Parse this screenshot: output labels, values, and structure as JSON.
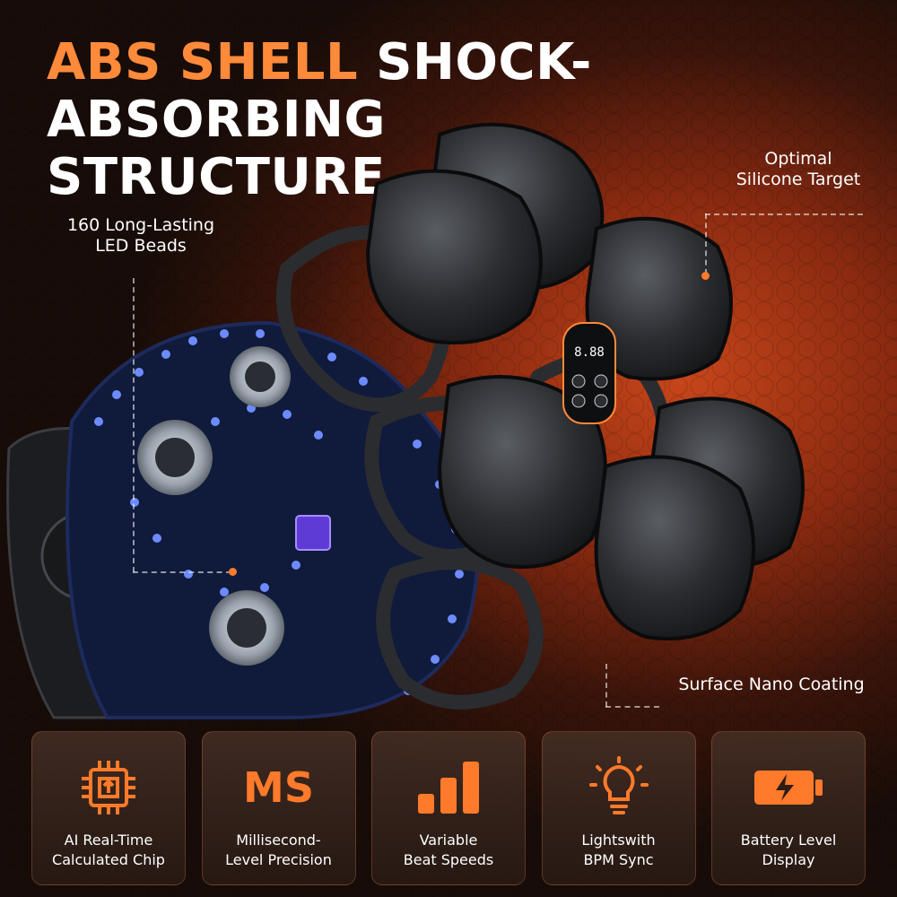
{
  "title": {
    "accent": "ABS SHELL",
    "rest_line1": "SHOCK-ABSORBING",
    "line2": "STRUCTURE"
  },
  "callouts": {
    "led": "160 Long-Lasting\nLED Beads",
    "silicone": "Optimal\nSilicone Target",
    "coating": "Surface Nano Coating"
  },
  "device": {
    "display_value": "8.88"
  },
  "features": [
    {
      "icon": "chip-icon",
      "label": "AI Real-Time\nCalculated Chip"
    },
    {
      "icon": "ms-icon",
      "icon_text": "MS",
      "label": "Millisecond-\nLevel Precision"
    },
    {
      "icon": "bars-icon",
      "label": "Variable\nBeat Speeds"
    },
    {
      "icon": "lightbulb-icon",
      "label": "Lightswith\nBPM Sync"
    },
    {
      "icon": "battery-icon",
      "label": "Battery Level\nDisplay"
    }
  ],
  "colors": {
    "accent": "#ff7a2a",
    "led": "#3c6bff"
  }
}
